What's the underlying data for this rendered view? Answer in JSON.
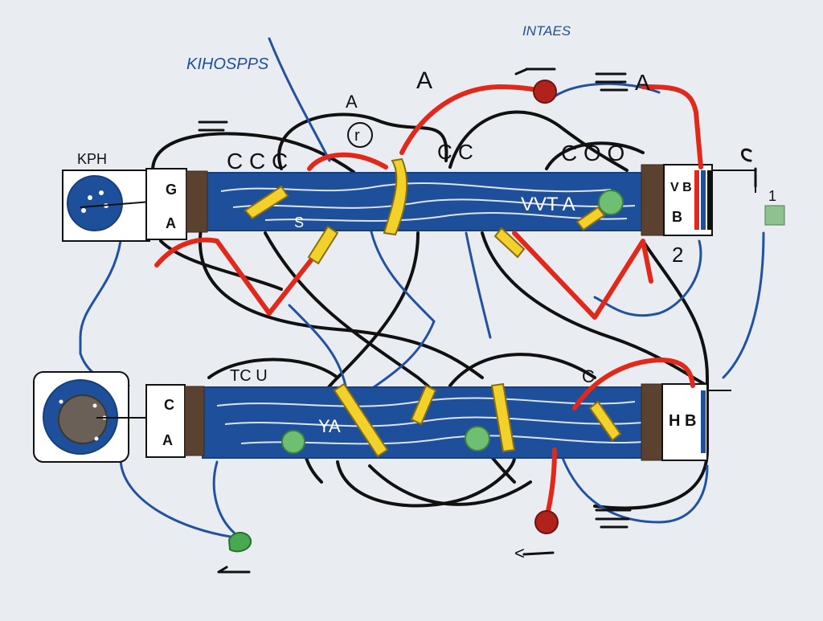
{
  "colors": {
    "background": "#e9ecf0",
    "bar": "#1e4f9a",
    "bar_dark": "#173f7e",
    "wire_black": "#111111",
    "wire_red": "#e0281b",
    "wire_blue": "#2052a0",
    "clip_yellow": "#f1d12a",
    "node_green": "#6fbf73",
    "node_red": "#b0221b",
    "terminal_brown": "#5a4130"
  },
  "labels": {
    "top_left_script": "KIHOSPPS",
    "top_right_script": "INTAES",
    "top_a_small": "A",
    "top_a_large": "A",
    "top_right_a": "A",
    "r_circle": "r",
    "ccc_left": "C C C",
    "cc_mid": "C C",
    "coo_right": "C O O",
    "kph": "KPH",
    "one": "1",
    "left_box_top": "G",
    "left_box_bottom": "A",
    "upper_bar_right_text": "VVT A",
    "upper_bar_left_text": "S",
    "right_box_top": "V B",
    "right_box_bottom": "B",
    "two": "2",
    "tcu": "TC U",
    "c_right_low": "C",
    "lower_box_top": "C",
    "lower_box_bottom": "A",
    "lower_bar_text": "YA",
    "lower_right_box": "H B",
    "bottom_right_mark": "<"
  }
}
